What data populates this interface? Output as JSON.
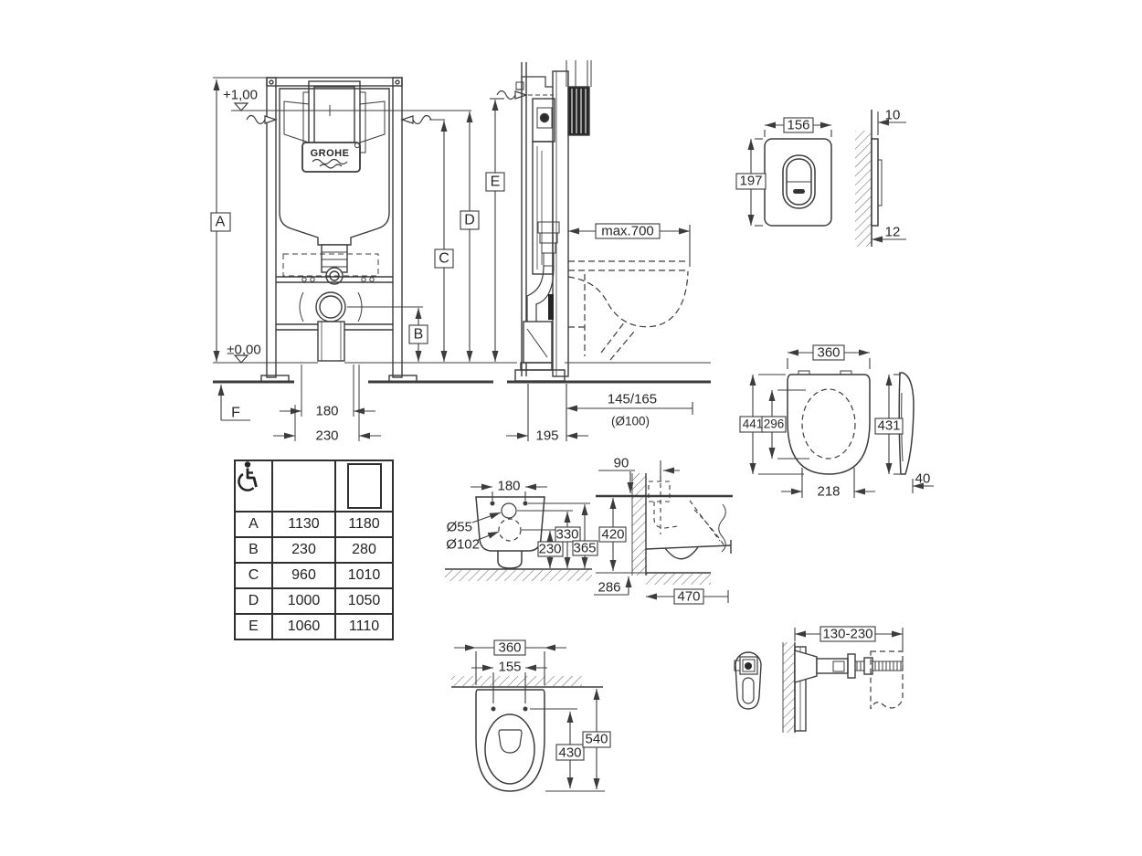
{
  "brand": {
    "logo": "GROHE"
  },
  "front_view": {
    "level_plus": "+1,00",
    "level_zero": "±0,00",
    "dim_a": "A",
    "dim_b": "B",
    "dim_c": "C",
    "dim_d": "D",
    "dim_e": "E",
    "dim_f": "F",
    "dim_drain_offset": "180",
    "dim_width": "230"
  },
  "side_view": {
    "dim_max": "max.700",
    "dim_foot": "195",
    "dim_drain": "145/165",
    "dim_drain_dia": "(Ø100)"
  },
  "flush_plate": {
    "dim_width": "156",
    "dim_height": "197",
    "dim_top": "10",
    "dim_bottom": "12"
  },
  "seat_top": {
    "dim_width": "360",
    "dim_outer": "441",
    "dim_inner": "296",
    "dim_front": "218"
  },
  "seat_side": {
    "dim_height": "431",
    "dim_thick": "40"
  },
  "size_table": {
    "header_icon": "wheelchair",
    "rows": [
      [
        "A",
        "1130",
        "1180"
      ],
      [
        "B",
        "230",
        "280"
      ],
      [
        "C",
        "960",
        "1010"
      ],
      [
        "D",
        "1000",
        "1050"
      ],
      [
        "E",
        "1060",
        "1110"
      ]
    ]
  },
  "rear_view": {
    "dim_holes": "180",
    "dia_small": "Ø55",
    "dia_large": "Ø102",
    "dim_drain_h": "230",
    "dim_inlet_h": "330",
    "dim_holes_h": "365"
  },
  "mount_view": {
    "dim_offset": "90",
    "dim_height": "420",
    "dim_below": "286",
    "dim_depth": "470"
  },
  "plan_view": {
    "dim_width": "360",
    "dim_holes": "155",
    "dim_depth": "540",
    "dim_inner": "430"
  },
  "bracket_view": {
    "dim_range": "130-230"
  }
}
